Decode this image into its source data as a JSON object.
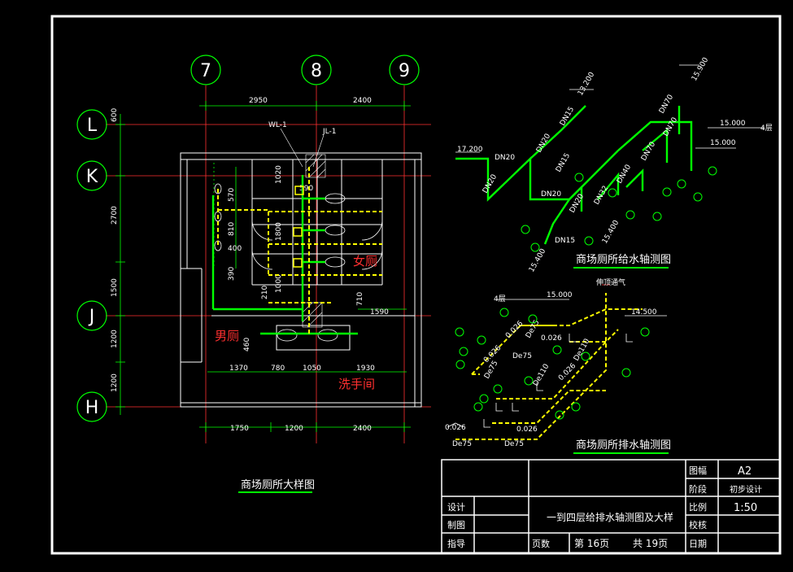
{
  "drawing": {
    "axes_top": [
      "7",
      "8",
      "9"
    ],
    "axes_left": [
      "L",
      "K",
      "J",
      "H"
    ],
    "dims_top": [
      "2950",
      "2400"
    ],
    "dims_bottom": [
      "1750",
      "1200",
      "2400"
    ],
    "dims_bottom_inner": [
      "1370",
      "780",
      "1050",
      "1930"
    ],
    "dims_left": [
      "600",
      "2700",
      "1500",
      "1200",
      "1200"
    ],
    "dims_misc": [
      "1020",
      "590",
      "570",
      "810",
      "1800",
      "400",
      "390",
      "210",
      "1000",
      "710",
      "1590",
      "460"
    ],
    "pipe_labels": [
      "WL-1",
      "JL-1"
    ],
    "room_male": "男厕",
    "room_female": "女厕",
    "room_wash": "洗手间",
    "plan_title": "商场厕所大样图"
  },
  "supply_diagram": {
    "title": "商场厕所给水轴测图",
    "elevations": [
      "17.200",
      "13.200",
      "15.000",
      "15.000",
      "15.900",
      "15.400",
      "15.400"
    ],
    "pipe_sizes": [
      "DN20",
      "DN20",
      "DN20",
      "DN15",
      "DN20",
      "DN15",
      "DN70",
      "DN70",
      "DN70",
      "DN40",
      "DN32",
      "DN20",
      "DN15"
    ],
    "floor_note": "4层"
  },
  "drain_diagram": {
    "title": "商场厕所排水轴测图",
    "elevations": [
      "15.000",
      "14.500"
    ],
    "pipe_sizes": [
      "De75",
      "De75",
      "De75",
      "De75",
      "De75",
      "De110",
      "De110"
    ],
    "slopes": [
      "0.026",
      "0.026",
      "0.026",
      "0.026",
      "0.026",
      "0.026"
    ],
    "floor_note": "4层",
    "vent_note": "伸顶通气"
  },
  "title_block": {
    "label_size": "图幅",
    "value_size": "A2",
    "label_stage": "阶段",
    "value_stage": "初步设计",
    "label_scale": "比例",
    "value_scale": "1:50",
    "label_check": "校核",
    "label_date": "日期",
    "label_design": "设计",
    "label_draw": "制图",
    "label_guide": "指导",
    "drawing_name": "一到四层给排水轴测图及大样",
    "label_pages": "页数",
    "page_current": "第 16页",
    "page_total": "共 19页"
  },
  "colors": {
    "background": "#000000",
    "frame": "#ffffff",
    "axis_line": "#ff3030",
    "dimension": "#00ff00",
    "supply_pipe": "#00ff00",
    "drain_pipe": "#ffff00",
    "walls": "#ffffff",
    "room_text": "#ff3030"
  }
}
